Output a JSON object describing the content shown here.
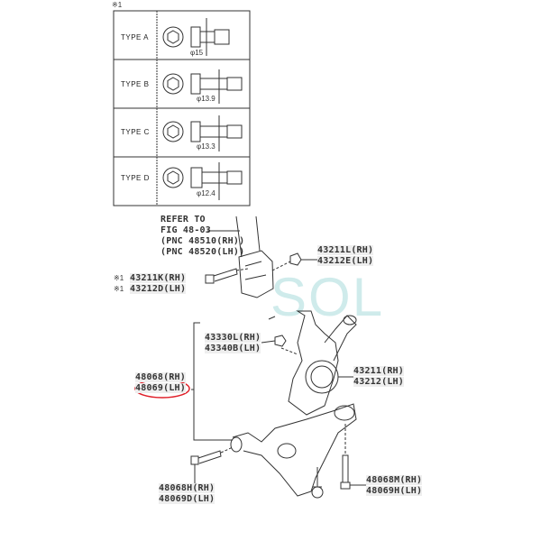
{
  "note_mark": "※1",
  "types_table": [
    {
      "type": "TYPE A",
      "diameter": "φ15"
    },
    {
      "type": "TYPE B",
      "diameter": "φ13.9"
    },
    {
      "type": "TYPE C",
      "diameter": "φ13.3"
    },
    {
      "type": "TYPE D",
      "diameter": "φ12.4"
    }
  ],
  "refer": {
    "line1": "REFER TO",
    "line2": "FIG 48-03",
    "line3": "(PNC 48510(RH))",
    "line4": "(PNC 48520(LH))"
  },
  "parts": {
    "nut_top": {
      "rh": "43211L(RH)",
      "lh": "43212E(LH)"
    },
    "bolt_top": {
      "mark": "※1",
      "rh": "43211K(RH)",
      "lh": "43212D(LH)"
    },
    "nut_knuckle": {
      "rh": "43330L(RH)",
      "lh": "43340B(LH)"
    },
    "arm": {
      "rh": "48068(RH)",
      "lh": "48069(LH)"
    },
    "knuckle": {
      "rh": "43211(RH)",
      "lh": "43212(LH)"
    },
    "bolt_front": {
      "rh": "48068H(RH)",
      "lh": "48069D(LH)"
    },
    "bolt_rear": {
      "rh": "48068M(RH)",
      "lh": "48069H(LH)"
    }
  },
  "watermark": "SOL",
  "colors": {
    "highlight": "#e0202a",
    "watermark": "#a9dcdc",
    "line": "#333333"
  }
}
